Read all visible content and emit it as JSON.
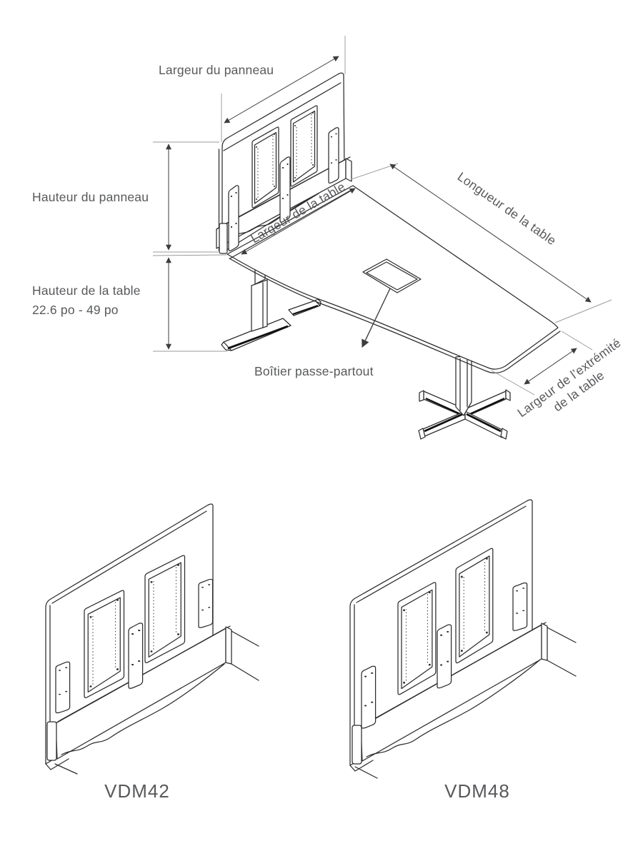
{
  "top_diagram": {
    "annotations": {
      "panel_width": "Largeur du panneau",
      "panel_height": "Hauteur du panneau",
      "table_height_line1": "Hauteur de la table",
      "table_height_line2": "22.6 po - 49 po",
      "table_width": "Largeur de la table",
      "table_length": "Longueur de la table",
      "table_end_width_line1": "Largeur de l’extrémité",
      "table_end_width_line2": "de la table",
      "grommet_label": "Boîtier passe-partout"
    }
  },
  "models": {
    "left": {
      "label": "VDM42"
    },
    "right": {
      "label": "VDM48"
    }
  },
  "colors": {
    "line": "#2c2c2c",
    "dimension": "#3d3d3d",
    "extension": "#9b9b9b",
    "text": "#58595b",
    "shade": "#101010",
    "background": "#ffffff"
  }
}
